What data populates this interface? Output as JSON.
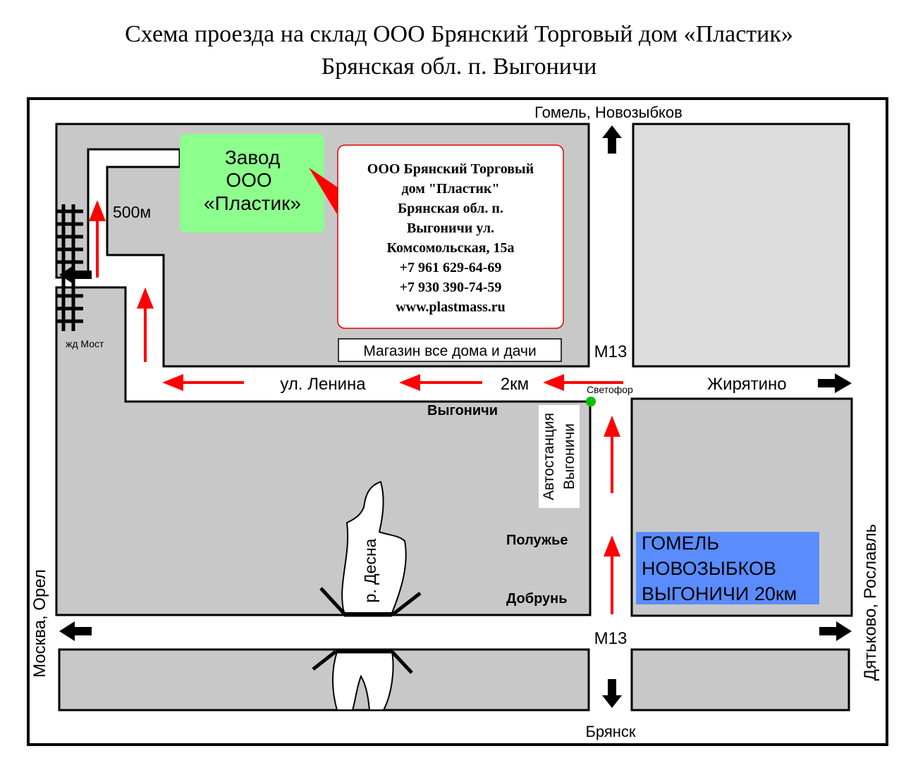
{
  "title": {
    "line1": "Схема проезда на склад ООО Брянский Торговый дом «Пластик»",
    "line2": "Брянская обл. п. Выгоничи"
  },
  "directions": {
    "north": "Гомель, Новозыбков",
    "south": "Брянск",
    "west": "Москва, Орел",
    "east": "Дятьково, Рославль",
    "east_road": "Жирятино"
  },
  "roads": {
    "m13_top": "М13",
    "m13_bottom": "М13",
    "lenina": "ул. Ленина",
    "dist_2km": "2км",
    "dist_500m": "500м"
  },
  "places": {
    "traffic_light": "Светофор",
    "bus_station_line1": "Автостанция",
    "bus_station_line2": "Выгоничи",
    "vygonichi": "Выгоничи",
    "poluzhye": "Полужье",
    "dobrun": "Добрунь",
    "river": "р. Десна",
    "rail_bridge": "жд Мост",
    "shop": "Магазин все дома и дачи"
  },
  "factory": {
    "line1": "Завод",
    "line2": "ООО",
    "line3": "«Пластик»"
  },
  "info": {
    "line1": "ООО Брянский Торговый",
    "line2": "дом \"Пластик\"",
    "line3": "Брянская обл. п.",
    "line4": "Выгоничи ул.",
    "line5": "Комсомольская, 15а",
    "phone1": "+7 961 629-64-69",
    "phone2": "+7 930 390-74-59",
    "site": "www.plastmass.ru"
  },
  "sign": {
    "line1": "ГОМЕЛЬ",
    "line2": "НОВОЗЫБКОВ",
    "line3": "ВЫГОНИЧИ 20км"
  },
  "colors": {
    "block_gray": "#c8c8c8",
    "block_light": "#dcdcdc",
    "factory_green": "#8cff8c",
    "route_red": "#ff0000",
    "sign_blue": "#5a8cff",
    "traffic_light_green": "#00c000"
  }
}
